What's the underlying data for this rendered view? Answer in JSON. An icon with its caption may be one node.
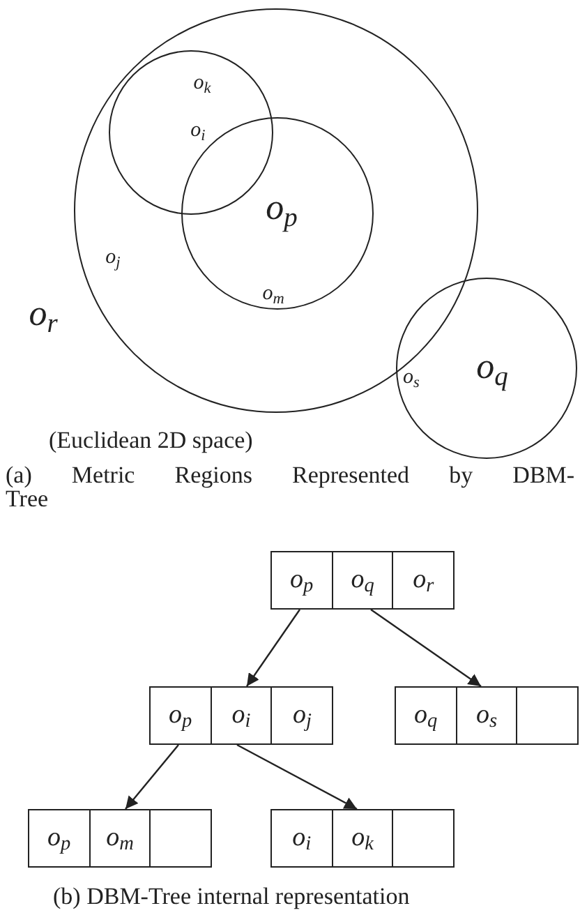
{
  "diagram": {
    "nodes": [
      {
        "text": [
          "o$_{r}$",
          "o$_{j}$"
        ]
      },
      {
        "text": [
          "o$_{k}$",
          "o$_{i}$"
        ],
        "in": 0
      },
      {
        "text": [
          "o$_{p}$",
          "o$_{m}$"
        ],
        "in": 0
      },
      {
        "text": [
          "o$_{s}$",
          "o$_{q}$"
        ]
      },
      {
        "text": [
          "o$_{p}$",
          "o$_{q}$",
          "o$_{r}$"
        ]
      },
      {
        "text": [
          "o$_{p}$",
          "o$_{i}$",
          "o$_{j}$"
        ]
      },
      {
        "text": [
          "o$_{q}$",
          "o$_{s}$"
        ]
      },
      {
        "text": [
          "o$_{p}$",
          "o$_{m}$"
        ]
      },
      {
        "text": [
          "o$_{i}$",
          "o$_{k}$"
        ]
      }
    ],
    "edges": [
      {
        "from": 4,
        "to": 5,
        "arrow": "to"
      },
      {
        "from": 4,
        "to": 6,
        "arrow": "to"
      },
      {
        "from": 5,
        "to": 7,
        "arrow": "to"
      },
      {
        "from": 5,
        "to": 8,
        "arrow": "to"
      }
    ],
    "labels": [
      "(Euclidean 2D space)",
      "(a) Metric Regions Represented by DBM-Tree",
      "(b) DBM-Tree internal representation"
    ]
  }
}
